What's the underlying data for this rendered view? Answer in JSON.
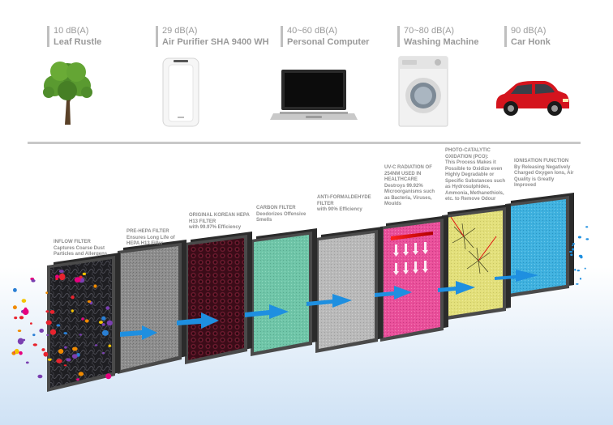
{
  "noise_scale": [
    {
      "db": "10 dB(A)",
      "source": "Leaf Rustle",
      "icon": "tree-icon"
    },
    {
      "db": "29 dB(A)",
      "source": "Air Purifier SHA 9400 WH",
      "icon": "air-purifier-icon"
    },
    {
      "db": "40~60 dB(A)",
      "source": "Personal Computer",
      "icon": "laptop-icon"
    },
    {
      "db": "70~80 dB(A)",
      "source": "Washing Machine",
      "icon": "washing-machine-icon"
    },
    {
      "db": "90 dB(A)",
      "source": "Car Honk",
      "icon": "car-icon"
    }
  ],
  "filters": [
    {
      "title": "INFLOW FILTER",
      "desc": "Captures Coarse Dust Particles and Allergens"
    },
    {
      "title": "PRE-HEPA FILTER",
      "desc": "Ensures Long Life of HEPA H13 Filter"
    },
    {
      "title": "ORIGINAL KOREAN HEPA H13 FILTER",
      "desc": "with 99.97% Efficiency"
    },
    {
      "title": "CARBON FILTER",
      "desc": "Deodorizes Offensive Smells"
    },
    {
      "title": "ANTI-FORMALDEHYDE FILTER",
      "desc": "with 90% Efficiency"
    },
    {
      "title": "UV-C RADIATION OF 254NM USED IN HEALTHCARE",
      "desc": "Destroys 99.92% Microorganisms such as Bacteria, Viruses, Moulds"
    },
    {
      "title": "PHOTO-CATALYTIC OXIDATION (PCO):",
      "desc": "This Process Makes it Possible to Oxidize even Highly Degradable or Specific Substances such as Hydrosulphides, Ammonia, Methanethiols, etc. to Remove Odour"
    },
    {
      "title": "IONISATION FUNCTION",
      "desc": "By Releasing Negatively Charged Oxygen Ions, Air Quality is Greatly Improved"
    }
  ],
  "colors": {
    "inflow": "#1e1e22",
    "pre_hepa": "#8e8e8e",
    "hepa": "#5a1426",
    "carbon": "#6fc5a8",
    "anti_formaldehyde": "#b9b9b9",
    "uvc": "#e94f9a",
    "pco": "#e2df7a",
    "ionisation": "#3fb1df",
    "arrow": "#1e8fe0",
    "label": "#8d8d8d"
  }
}
